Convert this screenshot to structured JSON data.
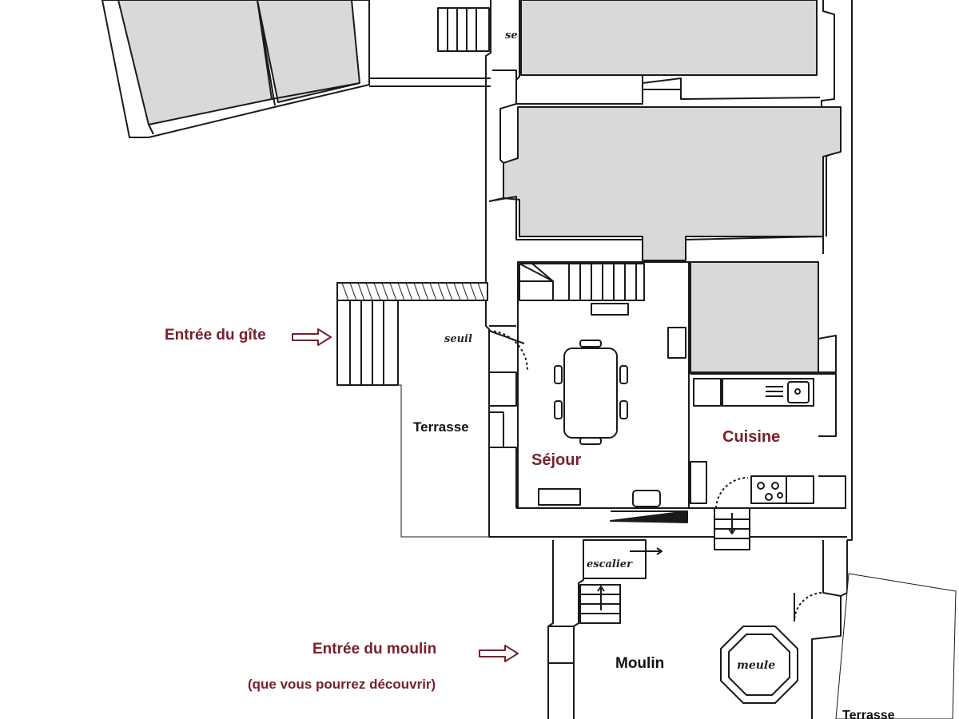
{
  "labels": {
    "entree_gite": "Entrée du gîte",
    "terrasse": "Terrasse",
    "sejour": "Séjour",
    "cuisine": "Cuisine",
    "seuil": "seuil",
    "seuil_partial": "se",
    "escalier": "escalier",
    "entree_moulin": "Entrée du moulin",
    "moulin_note": "(que vous pourrez découvrir)",
    "moulin": "Moulin",
    "meule": "meule",
    "terrasse_partial": "Terrasse"
  },
  "colors": {
    "wall": "#ffffff",
    "wall_stroke": "#1a1a1a",
    "room_fill": "#d9d9d9",
    "accent": "#7a1f2b",
    "arrow": "#7a1f2b"
  },
  "icons": [
    "arrow-right-icon",
    "door-swing-icon",
    "stairs-icon",
    "sink-icon",
    "cooktop-icon",
    "table-icon",
    "chair-icon"
  ]
}
